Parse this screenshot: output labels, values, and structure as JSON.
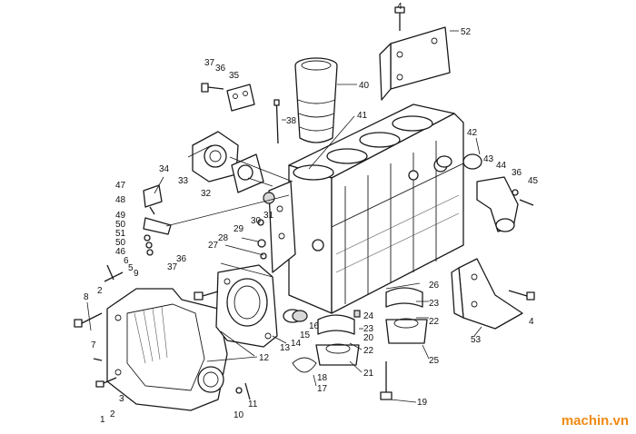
{
  "watermark": "machin.vn",
  "labels": {
    "l1": "1",
    "l2": "2",
    "l2b": "2",
    "l3": "3",
    "l4": "4",
    "l4b": "4",
    "l5": "5",
    "l6": "6",
    "l7": "7",
    "l8": "8",
    "l9": "9",
    "l10": "10",
    "l11": "11",
    "l12": "12",
    "l13": "13",
    "l14": "14",
    "l15": "15",
    "l16": "16",
    "l17": "17",
    "l18": "18",
    "l19": "19",
    "l20": "20",
    "l21": "21",
    "l22": "22",
    "l22b": "22",
    "l23": "23",
    "l23b": "23",
    "l24": "24",
    "l25": "25",
    "l26": "26",
    "l27": "27",
    "l28": "28",
    "l29": "29",
    "l30": "30",
    "l31": "31",
    "l32": "32",
    "l33": "33",
    "l34": "34",
    "l35": "35",
    "l36": "36",
    "l36b": "36",
    "l36c": "36",
    "l37": "37",
    "l37b": "37",
    "l38": "38",
    "l40": "40",
    "l41": "41",
    "l42": "42",
    "l43": "43",
    "l44": "44",
    "l45": "45",
    "l46": "46",
    "l47": "47",
    "l48": "48",
    "l49": "49",
    "l50": "50",
    "l50b": "50",
    "l51": "51",
    "l52": "52",
    "l53": "53"
  }
}
